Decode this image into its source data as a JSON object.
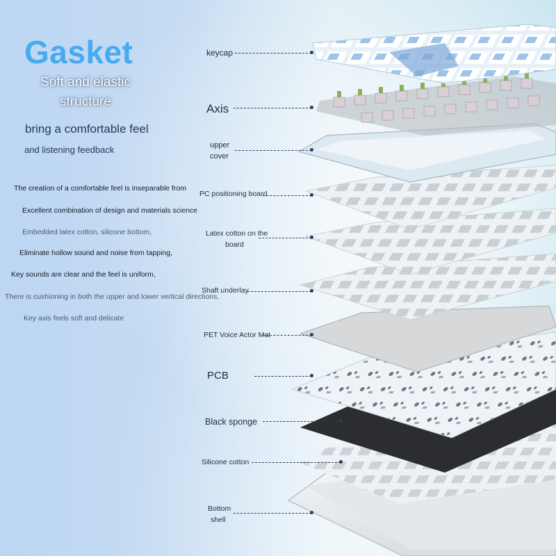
{
  "title": "Gasket",
  "subtitle": [
    "Soft and elastic",
    "structure"
  ],
  "tagline": "bring a comfortable feel",
  "tagline2": "and listening feedback",
  "description": [
    "The creation of a comfortable feel is inseparable from",
    "Excellent combination of design and materials science",
    "Embedded latex cotton, silicone bottom,",
    "Eliminate hollow sound and noise from tapping,",
    "Key sounds are clear and the feel is uniform,",
    "There is cushioning in both the upper and lower vertical directions,",
    "Key axis feels soft and delicate"
  ],
  "layers": {
    "keycap": "keycap",
    "axis": "Axis",
    "upper_cover": [
      "upper",
      "cover"
    ],
    "pc_board": "PC positioning board",
    "latex_cotton": [
      "Latex cotton on the",
      "board"
    ],
    "shaft_underlay": "Shaft underlay",
    "pet_mat": "PET Voice Actor Mat",
    "pcb": "PCB",
    "black_sponge": "Black sponge",
    "silicone_cotton": "Silicone cotton",
    "bottom_shell": [
      "Bottom",
      "shell"
    ]
  },
  "colors": {
    "title": "#4aaaf0",
    "leader": "#2d3a63",
    "text": "#1f2c40"
  }
}
